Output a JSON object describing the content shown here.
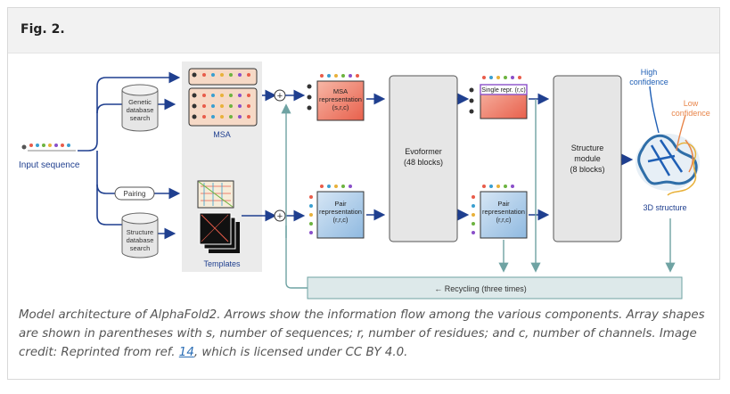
{
  "figure": {
    "title": "Fig. 2.",
    "caption_text": "Model architecture of AlphaFold2. Arrows show the information flow among the various components. Array shapes are shown in parentheses with s, number of sequences; r, number of residues; and c, number of channels. Image credit: Reprinted from ref. ",
    "caption_ref": "14",
    "caption_tail": ", which is licensed under CC BY 4.0."
  },
  "diagram": {
    "input_sequence": "Input sequence",
    "genetic_db": [
      "Genetic",
      "database",
      "search"
    ],
    "structure_db": [
      "Structure",
      "database",
      "search"
    ],
    "pairing": "Pairing",
    "msa": "MSA",
    "templates": "Templates",
    "msa_repr": [
      "MSA",
      "representation",
      "(s,r,c)"
    ],
    "pair_repr": [
      "Pair",
      "representation",
      "(r,r,c)"
    ],
    "evoformer": [
      "Evoformer",
      "(48 blocks)"
    ],
    "single_repr": "Single repr. (r,c)",
    "pair_repr_out": [
      "Pair",
      "representation",
      "(r,r,c)"
    ],
    "structure_module": [
      "Structure",
      "module",
      "(8 blocks)"
    ],
    "high_confidence": [
      "High",
      "confidence"
    ],
    "low_confidence": [
      "Low",
      "confidence"
    ],
    "structure_3d": "3D structure",
    "recycling": "← Recycling (three times)",
    "plus": "+"
  },
  "colors": {
    "arrow_blue": "#1f3f8f",
    "recycle_teal": "#6fa3a3",
    "recycle_fill": "#dde9ea",
    "msa_red": "#e85c4a",
    "pair_blue": "#9dc3e6",
    "high_conf": "#1f5fb5",
    "low_conf": "#e8854a",
    "panel_gray": "#eaeaea"
  }
}
